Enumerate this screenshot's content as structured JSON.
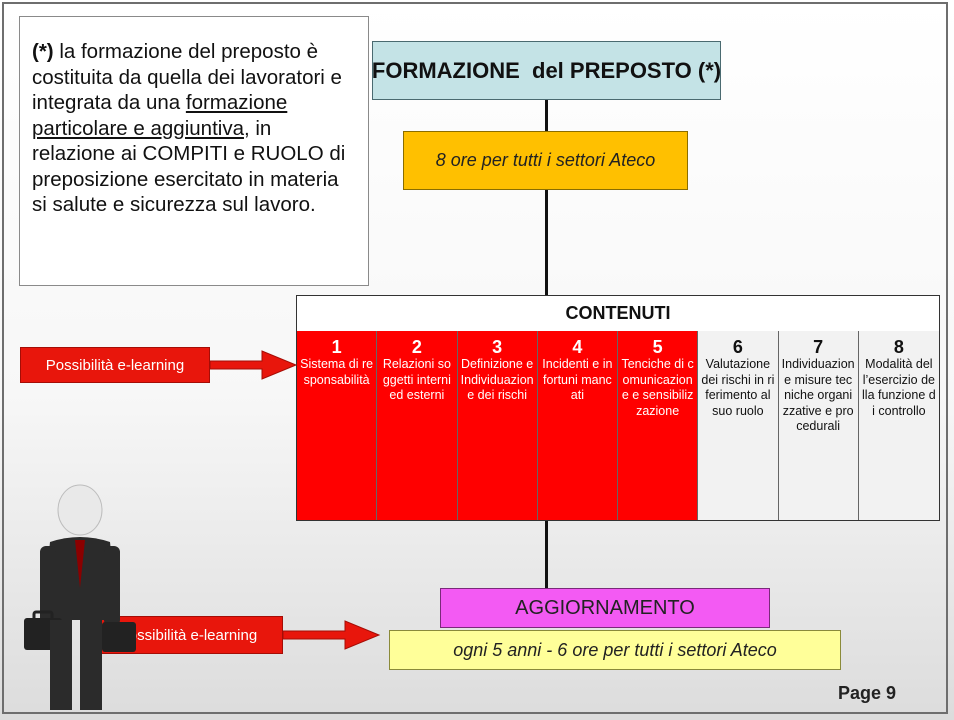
{
  "note": {
    "asterisk": "(*)",
    "text_1": " la formazione del preposto  è costituita da quella  dei lavoratori e integrata da una ",
    "underlined": "formazione particolare e aggiuntiva",
    "text_2": ", in relazione ai COMPITI e RUOLO di preposizione esercitato in materia si salute e sicurezza sul lavoro."
  },
  "title": "FORMAZIONE  del PREPOSTO (*)",
  "hours": "8 ore per tutti i settori Ateco",
  "contents": {
    "header": "CONTENUTI",
    "items": [
      {
        "num": "1",
        "text": "Sistema di responsabilità",
        "elearning": true
      },
      {
        "num": "2",
        "text": "Relazioni soggetti interni ed esterni",
        "elearning": true
      },
      {
        "num": "3",
        "text": "Definizione e Individuazione dei rischi",
        "elearning": true
      },
      {
        "num": "4",
        "text": "Incidenti e infortuni mancati",
        "elearning": true
      },
      {
        "num": "5",
        "text": "Tenciche di comunicazione e sensibilizzazione",
        "elearning": true
      },
      {
        "num": "6",
        "text": "Valutazione dei rischi in riferimento al suo ruolo",
        "elearning": false
      },
      {
        "num": "7",
        "text": "Individuazione misure tecniche organizzative e procedurali",
        "elearning": false
      },
      {
        "num": "8",
        "text": "Modalità dell’esercizio della funzione di controllo",
        "elearning": false
      }
    ]
  },
  "elearning_label_top": "Possibilità e-learning",
  "elearning_label_bottom": "Possibilità e-learning",
  "update": {
    "title": "AGGIORNAMENTO",
    "detail": "ogni 5 anni - 6 ore per tutti i settori Ateco"
  },
  "page": "Page 9",
  "colors": {
    "title_bg": "#c4e3e6",
    "hours_bg": "#ffc000",
    "elearning_red": "#ff0000",
    "update_bg": "#f35af3",
    "update_detail_bg": "#ffff99"
  }
}
